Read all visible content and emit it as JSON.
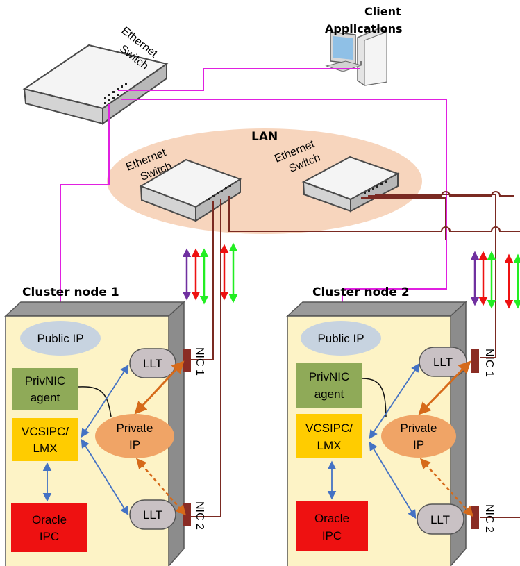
{
  "client": {
    "line1": "Client",
    "line2": "Applications"
  },
  "lan": {
    "label": "LAN"
  },
  "switches": {
    "top": {
      "line1": "Ethernet",
      "line2": "Switch"
    },
    "lan_left": {
      "line1": "Ethernet",
      "line2": "Switch"
    },
    "lan_right": {
      "line1": "Ethernet",
      "line2": "Switch"
    }
  },
  "nodes": [
    {
      "title": "Cluster node 1",
      "public_ip": "Public IP",
      "privnic": {
        "line1": "PrivNIC",
        "line2": "agent"
      },
      "vcsipc": {
        "line1": "VCSIPC/",
        "line2": "LMX"
      },
      "oracle": {
        "line1": "Oracle",
        "line2": "IPC"
      },
      "private_ip": {
        "line1": "Private",
        "line2": "IP"
      },
      "llt_top": "LLT",
      "llt_bottom": "LLT",
      "nic1": "NIC 1",
      "nic2": "NIC 2"
    },
    {
      "title": "Cluster node 2",
      "public_ip": "Public IP",
      "privnic": {
        "line1": "PrivNIC",
        "line2": "agent"
      },
      "vcsipc": {
        "line1": "VCSIPC/",
        "line2": "LMX"
      },
      "oracle": {
        "line1": "Oracle",
        "line2": "IPC"
      },
      "private_ip": {
        "line1": "Private",
        "line2": "IP"
      },
      "llt_top": "LLT",
      "llt_bottom": "LLT",
      "nic1": "NIC 1",
      "nic2": "NIC 2"
    }
  ],
  "colors": {
    "public_link": "#e020e0",
    "private_link": "#7a2a22",
    "lan_cloud": "#f7d5bd",
    "node_face": "#fdf3c6",
    "node_side": "#8c8c8c",
    "public_ip": "#c7d3e0",
    "privnic": "#8faa58",
    "vcsipc": "#ffcc00",
    "oracle": "#ee1111",
    "private_ip": "#f0a466",
    "llt": "#c9c1c4",
    "nic": "#8a2c24",
    "arrow_blue": "#4472c4",
    "arrow_orange": "#d66a1a",
    "arrow_purple": "#7030a0",
    "arrow_red": "#ee1111",
    "arrow_green": "#22ee22"
  }
}
